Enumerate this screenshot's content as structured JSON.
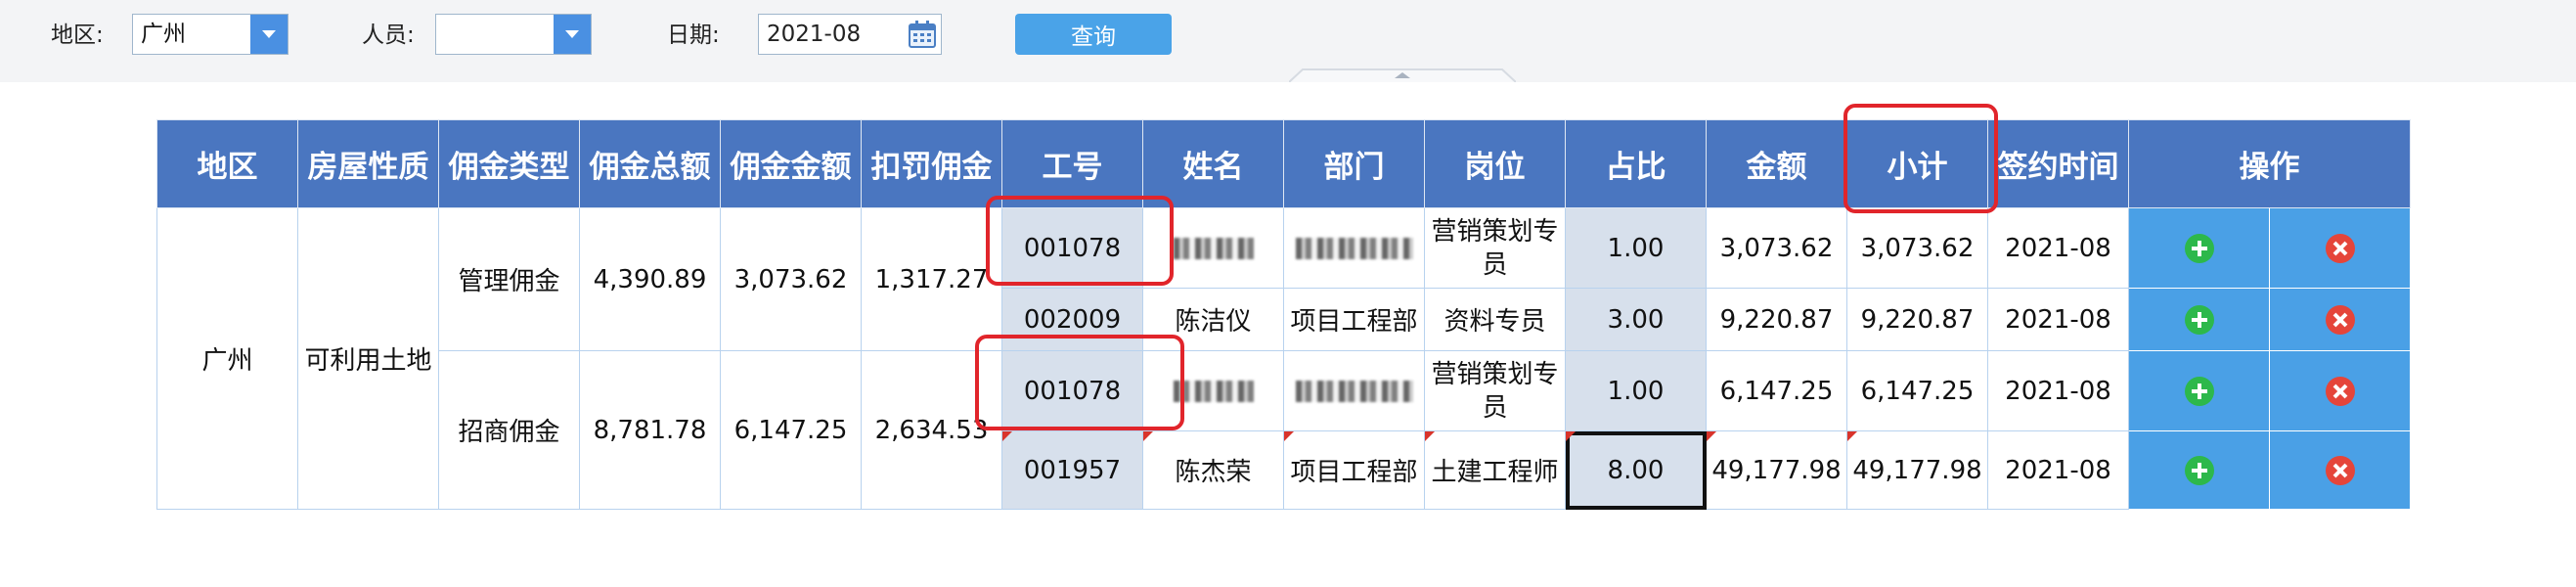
{
  "filters": {
    "region_label": "地区:",
    "region_value": "广州",
    "person_label": "人员:",
    "person_value": "",
    "date_label": "日期:",
    "date_value": "2021-08",
    "query_label": "查询"
  },
  "table": {
    "headers": [
      "地区",
      "房屋性质",
      "佣金类型",
      "佣金总额",
      "佣金金额",
      "扣罚佣金",
      "工号",
      "姓名",
      "部门",
      "岗位",
      "占比",
      "金额",
      "小计",
      "签约时间",
      "操作"
    ],
    "region": "广州",
    "property_type": "可利用土地",
    "groups": [
      {
        "commission_type": "管理佣金",
        "commission_total": "4,390.89",
        "commission_amount": "3,073.62",
        "penalty": "1,317.27",
        "rows": [
          {
            "emp_no": "001078",
            "name": "",
            "dept": "",
            "post": "营销策划专员",
            "ratio": "1.00",
            "amount": "3,073.62",
            "subtotal": "3,073.62",
            "sign_date": "2021-08"
          },
          {
            "emp_no": "002009",
            "name": "陈洁仪",
            "dept": "项目工程部",
            "post": "资料专员",
            "ratio": "3.00",
            "amount": "9,220.87",
            "subtotal": "9,220.87",
            "sign_date": "2021-08"
          }
        ]
      },
      {
        "commission_type": "招商佣金",
        "commission_total": "8,781.78",
        "commission_amount": "6,147.25",
        "penalty": "2,634.53",
        "rows": [
          {
            "emp_no": "001078",
            "name": "",
            "dept": "",
            "post": "营销策划专员",
            "ratio": "1.00",
            "amount": "6,147.25",
            "subtotal": "6,147.25",
            "sign_date": "2021-08"
          },
          {
            "emp_no": "001957",
            "name": "陈杰荣",
            "dept": "项目工程部",
            "post": "土建工程师",
            "ratio": "8.00",
            "amount": "49,177.98",
            "subtotal": "49,177.98",
            "sign_date": "2021-08"
          }
        ]
      }
    ]
  },
  "icons": {
    "add": "plus-circle-icon",
    "remove": "x-circle-icon",
    "dropdown": "chevron-down-icon",
    "calendar": "calendar-icon"
  },
  "colors": {
    "header_bg": "#4a76c0",
    "action_bg": "#4aa0e6",
    "highlight": "#e1252b",
    "add_icon": "#2db84b",
    "remove_icon": "#e5453a"
  }
}
